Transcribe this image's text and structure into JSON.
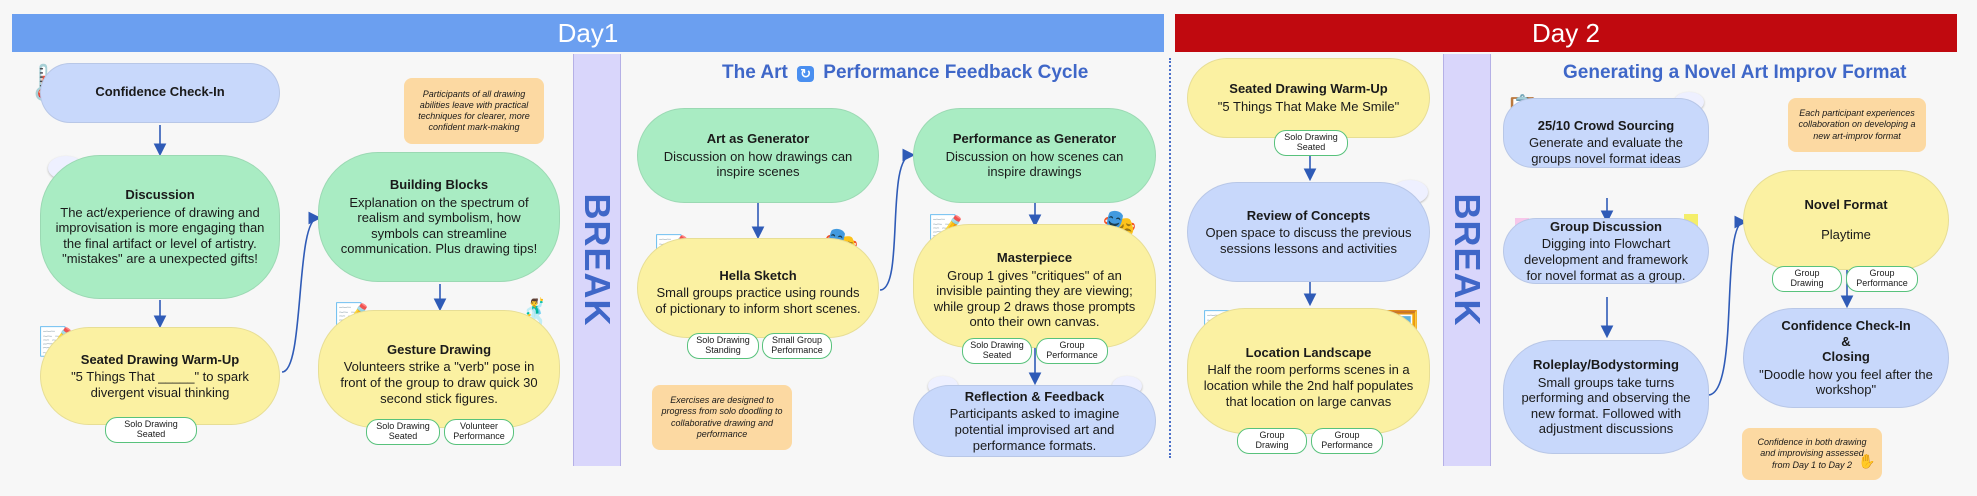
{
  "day1": {
    "header": "Day1",
    "col1": {
      "confidence": {
        "title": "Confidence Check-In"
      },
      "discussion": {
        "title": "Discussion",
        "body": "The act/experience of drawing and improvisation is more engaging than the final artifact or level of artistry. \"mistakes\" are a unexpected gifts!"
      },
      "warmup": {
        "title": "Seated Drawing Warm-Up",
        "body": "\"5 Things That _____\" to spark divergent visual thinking",
        "tag": "Solo Drawing Seated"
      }
    },
    "col2": {
      "note": "Participants of all drawing abilities leave with practical techniques for clearer, more confident mark-making",
      "building": {
        "title": "Building Blocks",
        "body": "Explanation on the spectrum of realism and symbolism, how symbols can streamline communication. Plus drawing tips!"
      },
      "gesture": {
        "title": "Gesture Drawing",
        "body": "Volunteers strike a \"verb\" pose in front of the group to draw quick 30 second stick figures.",
        "tag1": "Solo Drawing Seated",
        "tag2": "Volunteer Performance"
      }
    },
    "break_label": "BREAK",
    "section_title_a": "The Art",
    "section_title_b": "Performance Feedback Cycle",
    "art_gen": {
      "title": "Art as Generator",
      "body": "Discussion on how drawings can inspire scenes"
    },
    "perf_gen": {
      "title": "Performance as Generator",
      "body": "Discussion on how scenes can inspire drawings"
    },
    "hella": {
      "title": "Hella Sketch",
      "body": "Small groups practice using rounds of pictionary to inform short scenes.",
      "tag1": "Solo Drawing Standing",
      "tag2": "Small Group Performance"
    },
    "masterpiece": {
      "title": "Masterpiece",
      "body": "Group 1 gives \"critiques\" of an invisible painting they are viewing; while group 2 draws those prompts onto their own canvas.",
      "tag1": "Solo Drawing Seated",
      "tag2": "Group Performance"
    },
    "note2": "Exercises are designed to progress from solo doodling to collaborative drawing and performance",
    "reflection": {
      "title": "Reflection & Feedback",
      "body": "Participants asked to imagine potential improvised art and performance formats."
    }
  },
  "day2": {
    "header": "Day 2",
    "warmup": {
      "title": "Seated Drawing Warm-Up",
      "body": "\"5 Things That Make Me Smile\"",
      "tag": "Solo Drawing Seated"
    },
    "review": {
      "title": "Review of Concepts",
      "body": "Open space to discuss the previous sessions lessons and activities"
    },
    "location": {
      "title": "Location Landscape",
      "body": "Half the room performs scenes in a location while the 2nd half populates that location on large canvas",
      "tag1": "Group Drawing",
      "tag2": "Group Performance"
    },
    "break_label": "BREAK",
    "section_title": "Generating a Novel Art Improv Format",
    "crowd": {
      "title": "25/10 Crowd Sourcing",
      "body": "Generate and evaluate the groups novel format ideas"
    },
    "group_disc": {
      "title": "Group Discussion",
      "body": "Digging into Flowchart development and framework for novel format as a group."
    },
    "roleplay": {
      "title": "Roleplay/Bodystorming",
      "body": "Small groups take turns performing and observing the new format. Followed with adjustment discussions"
    },
    "note1": "Each participant experiences collaboration on developing a new art-improv format",
    "novel": {
      "title": "Novel Format",
      "body": "Playtime",
      "tag1": "Group Drawing",
      "tag2": "Group Performance"
    },
    "closing": {
      "title1": "Confidence Check-In",
      "amp": "&",
      "title2": "Closing",
      "body": "\"Doodle how you feel after the workshop\""
    },
    "note2": "Confidence in both drawing and improvising assessed from Day 1 to Day 2"
  },
  "colors": {
    "day1_header": "#6b9ff0",
    "day2_header": "#c0090f",
    "green": "#a9ecc3",
    "yellow": "#fbf1a2",
    "blue": "#c8d8fb",
    "note": "#fcd9a2",
    "break": "#d9d6fb",
    "title": "#3f67c8"
  },
  "icons": [
    "thermometer-icon",
    "speech-bubble-icon",
    "notepad-pencil-icon",
    "dancer-icon",
    "theater-masks-icon",
    "refresh-icon",
    "framed-picture-icon",
    "sticky-notes-icon",
    "clipboard-icon",
    "hand-icon"
  ]
}
